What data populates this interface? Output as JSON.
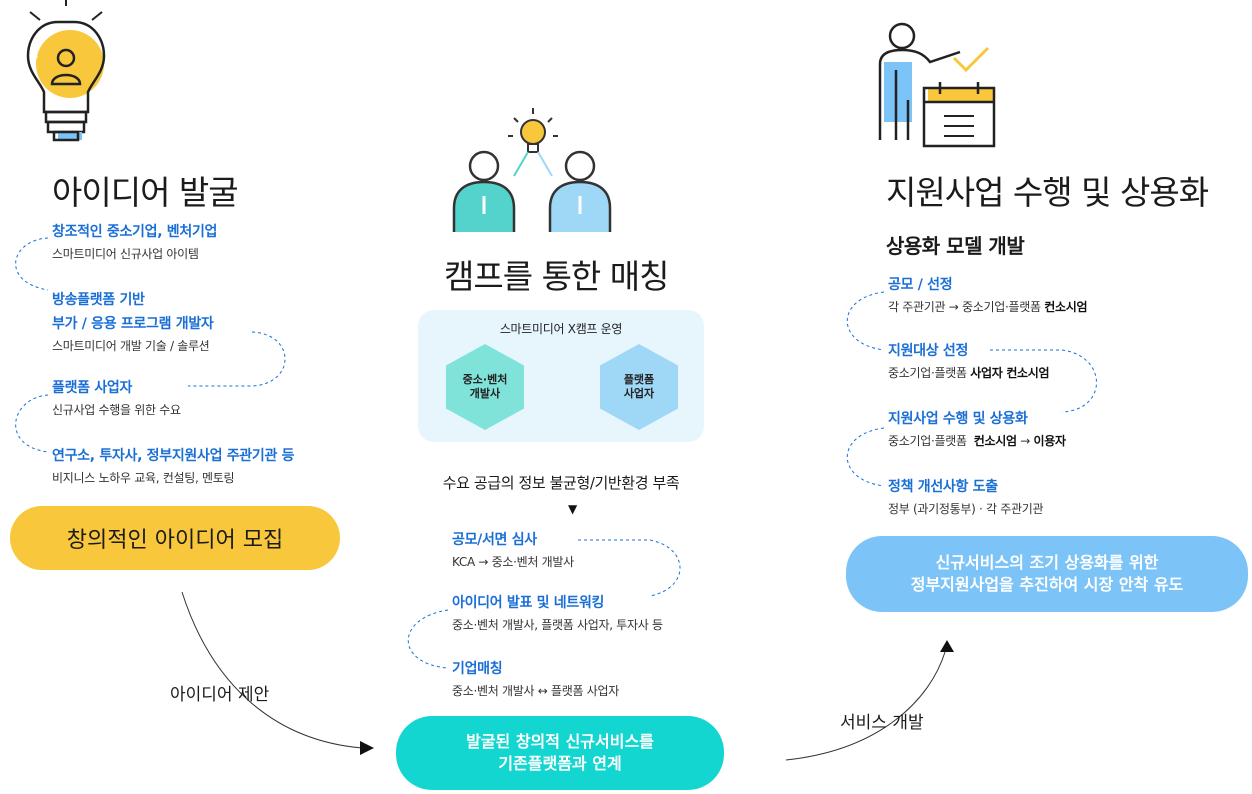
{
  "colors": {
    "accent_blue": "#1a6fd6",
    "yellow": "#f9c73b",
    "teal": "#12d6cf",
    "sky": "#7cc3f7",
    "light_bg": "#e7f5fd"
  },
  "col1": {
    "title": "아이디어 발굴",
    "icon": "lightbulb-person-icon",
    "items": [
      {
        "heading": "창조적인 중소기업, 벤처기업",
        "desc": "스마트미디어 신규사업 아이템"
      },
      {
        "heading": "방송플랫폼 기반",
        "heading2": "부가 / 응용 프로그램 개발자",
        "desc": "스마트미디어 개발 기술 / 솔루션"
      },
      {
        "heading": "플랫폼 사업자",
        "desc": "신규사업 수행을 위한 수요"
      },
      {
        "heading": "연구소, 투자사, 정부지원사업 주관기관 등",
        "desc": "비지니스 노하우 교육, 컨설팅, 멘토링"
      }
    ],
    "pill": "창의적인 아이디어 모집"
  },
  "col2": {
    "title": "캠프를 통한 매칭",
    "icon": "two-people-idea-icon",
    "box_title": "스마트미디어 X캠프 운영",
    "hex_left": "중소·벤처\n개발사",
    "hex_right": "플랫폼\n사업자",
    "subtitle": "수요 공급의 정보 불균형/기반환경 부족",
    "arrow": "▼",
    "items": [
      {
        "heading": "공모/서면 심사",
        "desc": "KCA → 중소·벤처 개발사"
      },
      {
        "heading": "아이디어 발표 및 네트워킹",
        "desc": "중소·벤처 개발사, 플랫폼 사업자, 투자사 등"
      },
      {
        "heading": "기업매칭",
        "desc": "중소·벤처 개발사 ↔ 플랫폼 사업자"
      }
    ],
    "pill_line1": "발굴된 창의적 신규서비스를",
    "pill_line2": "기존플랫폼과 연계"
  },
  "col3": {
    "title": "지원사업 수행 및 상용화",
    "icon": "presenter-calendar-icon",
    "subtitle": "상용화 모델 개발",
    "items": [
      {
        "heading": "공모 / 선정",
        "desc": "각 주관기관 → 중소기업·플랫폼",
        "desc_bold": "컨소시엄"
      },
      {
        "heading": "지원대상 선정",
        "desc": "중소기업·플랫폼",
        "desc_bold": "사업자 컨소시엄"
      },
      {
        "heading": "지원사업 수행 및 상용화",
        "desc": "중소기업·플랫폼",
        "desc_bold": "컨소시엄",
        "desc_mid": " → ",
        "desc_bold2": "이용자"
      },
      {
        "heading": "정책 개선사항 도출",
        "desc": "정부 (과기정통부) · 각 주관기관"
      }
    ],
    "pill_line1": "신규서비스의 조기 상용화를 위한",
    "pill_line2": "정부지원사업을 추진하여 시장 안착 유도"
  },
  "flow": {
    "label_left": "아이디어 제안",
    "label_right": "서비스 개발"
  }
}
